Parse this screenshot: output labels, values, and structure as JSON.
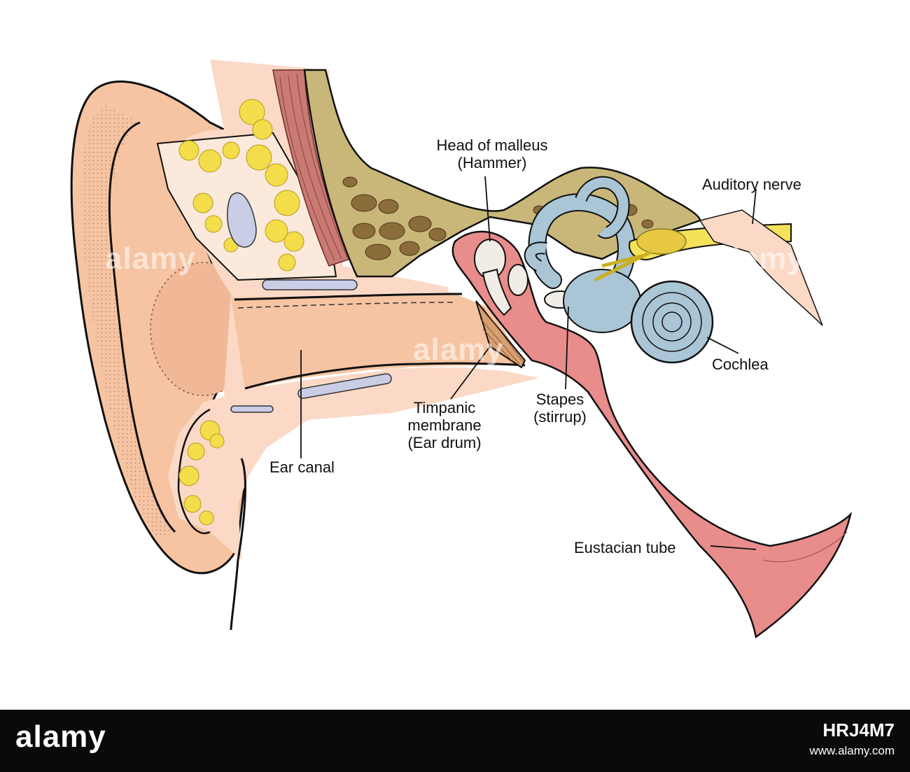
{
  "labels": {
    "malleus_line1": "Head of malleus",
    "malleus_line2": "(Hammer)",
    "auditory_nerve": "Auditory nerve",
    "cochlea": "Cochlea",
    "stapes_line1": "Stapes",
    "stapes_line2": "(stirrup)",
    "timpanic_line1": "Timpanic",
    "timpanic_line2": "membrane",
    "timpanic_line3": "(Ear drum)",
    "ear_canal": "Ear canal",
    "eustachian_tube": "Eustacian tube"
  },
  "watermark": {
    "text": "alamy"
  },
  "footer": {
    "brand": "alamy",
    "image_id": "HRJ4M7",
    "url": "www.alamy.com"
  },
  "colors": {
    "skin": "#f6c4a2",
    "skin_light": "#fbd9c6",
    "bone": "#c9b77a",
    "bone_pore": "#8b6d3a",
    "fat": "#f3dd4a",
    "muscle": "#c97a73",
    "vessel": "#c9cde6",
    "middle_ear": "#e88c8c",
    "inner_ear": "#a9c5d6",
    "nerve": "#f3e25a",
    "footer_bg": "#0a0a0a"
  }
}
